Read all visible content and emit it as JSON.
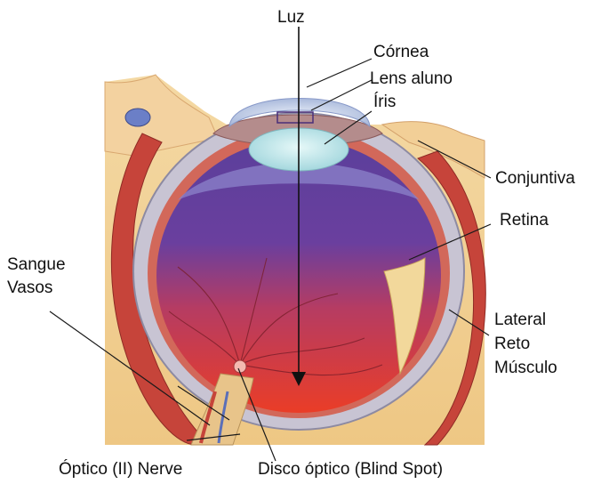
{
  "labels": {
    "luz": "Luz",
    "cornea": "Córnea",
    "lens_aluno": "Lens aluno",
    "iris": "Íris",
    "conjuntiva": "Conjuntiva",
    "retina": "Retina",
    "sangue": "Sangue",
    "vasos": "Vasos",
    "lateral": "Lateral",
    "reto": "Reto",
    "musculo": "Músculo",
    "optico_nerve": "Óptico (II) Nerve",
    "disco_optico": "Disco óptico (Blind Spot)"
  },
  "colors": {
    "skin": "#f0cf8e",
    "muscle": "#c7473a",
    "sclera": "#c7c4d2",
    "eye_top": "#5b3f9b",
    "eye_bottom": "#e83b29",
    "lens": "#c9ecef",
    "cornea": "#b9cbe6"
  }
}
